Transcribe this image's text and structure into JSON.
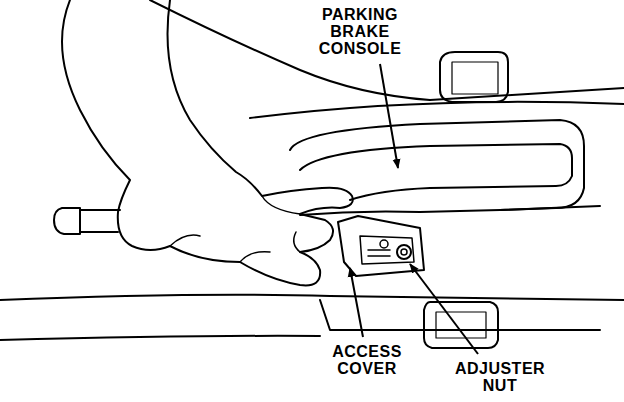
{
  "diagram": {
    "labels": [
      "PARKING BRAKE CONSOLE",
      "ACCESS COVER",
      "ADJUSTER NUT"
    ]
  }
}
